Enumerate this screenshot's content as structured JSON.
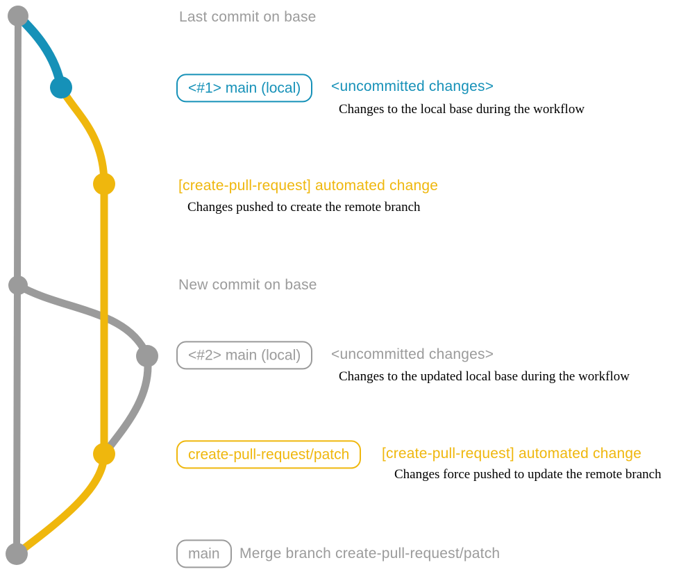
{
  "colors": {
    "gray": "#9b9b9b",
    "teal": "#1691b8",
    "yellow": "#efb70d",
    "ink": "#000000",
    "bg": "#ffffff"
  },
  "graph": {
    "type": "git-graph",
    "branches": [
      {
        "name": "base",
        "color_ref": "gray"
      },
      {
        "name": "main (local)",
        "color_ref": "teal"
      },
      {
        "name": "create-pull-request/patch",
        "color_ref": "yellow"
      }
    ],
    "commit_dot_sequence": [
      "gray",
      "teal",
      "yellow",
      "gray",
      "gray",
      "yellow",
      "gray"
    ]
  },
  "rows": {
    "last_commit": {
      "label": "Last commit on base"
    },
    "row1": {
      "branch_label": "<#1> main (local)",
      "heading": "<uncommitted changes>",
      "note": "Changes to the local base during the workflow"
    },
    "row2": {
      "heading": "[create-pull-request] automated change",
      "note": "Changes pushed to create the remote branch"
    },
    "new_commit": {
      "label": "New commit on base"
    },
    "row3": {
      "branch_label": "<#2> main (local)",
      "heading": "<uncommitted changes>",
      "note": "Changes to the updated local base during the workflow"
    },
    "row4": {
      "branch_label": "create-pull-request/patch",
      "heading": "[create-pull-request] automated change",
      "note": "Changes force pushed to update the remote branch"
    },
    "merge": {
      "branch_label": "main",
      "label": "Merge branch create-pull-request/patch"
    }
  }
}
